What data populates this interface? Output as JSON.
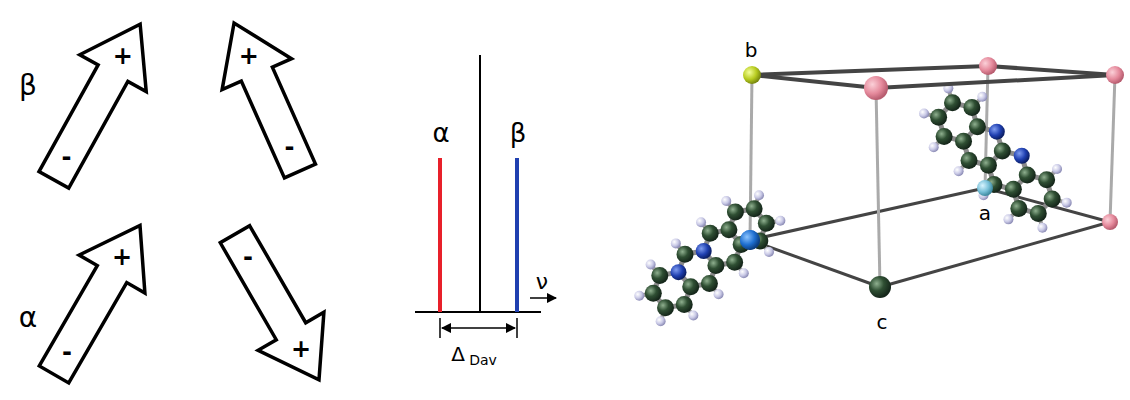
{
  "diagram": {
    "nodes": [
      {
        "text": [
          "+",
          "-"
        ]
      },
      {
        "text": [
          "+",
          "-"
        ]
      },
      {
        "text": [
          "+",
          "-"
        ]
      },
      {
        "text": [
          "-",
          "+"
        ]
      }
    ],
    "labels": [
      "β",
      "α",
      "α",
      "β",
      "ν",
      "Δ",
      "Dav",
      "b",
      "a",
      "c"
    ]
  }
}
